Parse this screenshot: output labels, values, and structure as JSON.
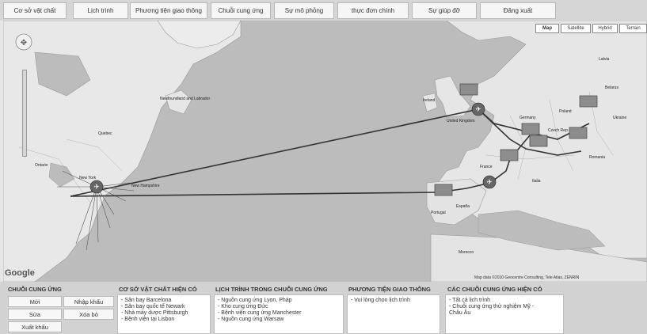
{
  "nav": {
    "items": [
      {
        "label": "Cơ sở vật chất",
        "name": "nav-co-so-vat-chat"
      },
      {
        "label": "Lịch trình",
        "name": "nav-lich-trinh"
      },
      {
        "label": "Phương tiện giao thông",
        "name": "nav-phuong-tien"
      },
      {
        "label": "Chuỗi cung ứng",
        "name": "nav-chuoi-cung-ung"
      },
      {
        "label": "Sự mô phỏng",
        "name": "nav-su-mo-phong"
      },
      {
        "label": "thực đơn chính",
        "name": "nav-thuc-don-chinh"
      },
      {
        "label": "Sự giúp đỡ",
        "name": "nav-su-giup-do"
      },
      {
        "label": "Đăng xuất",
        "name": "nav-dang-xuat"
      }
    ]
  },
  "map": {
    "types": [
      "Map",
      "Satellite",
      "Hybrid",
      "Terrain"
    ],
    "active_type": "Map",
    "logo": "Google",
    "copyright": "Map data ©2010 Geocentre Consulting, Tele Atlas, ZENRIN",
    "labels": {
      "greenland": "Newfoundland and Labrador",
      "quebec": "Quebec",
      "ontario": "Ontario",
      "new_york": "New York",
      "new_hampshire": "New Hampshire",
      "ireland": "Ireland",
      "uk": "United Kingdom",
      "france": "France",
      "espana": "España",
      "portugal": "Portugal",
      "germany": "Germany",
      "poland": "Poland",
      "czech": "Czech Rep.",
      "romania": "Romania",
      "italy": "Italia",
      "ukraine": "Ukraine",
      "belarus": "Belarus",
      "latvia": "Latvia",
      "morocco": "Morocco"
    }
  },
  "supply_chain": {
    "heading": "CHUỖI CUNG ỨNG",
    "buttons": {
      "new": "Mới",
      "import": "Nhập khẩu",
      "edit": "Sửa",
      "delete": "Xóa bỏ",
      "export": "Xuất khẩu"
    }
  },
  "facilities": {
    "heading": "CƠ SỞ VẬT CHẤT HIỆN CÓ",
    "items": [
      "- Sân bay Barcelona",
      "- Sân bay quốc tế Newark",
      "- Nhà máy dược Pittsburgh",
      "- Bệnh viện tại Lisbon"
    ]
  },
  "schedule": {
    "heading": "LỊCH TRÌNH TRONG CHUỖI CUNG ỨNG",
    "items": [
      "- Nguồn cung ứng Lyon, Pháp",
      "- Kho cung ứng Đức",
      "- Bệnh viện cung ứng Manchester",
      "- Nguồn cung ứng Warsaw"
    ]
  },
  "transport": {
    "heading": "PHƯƠNG TIỆN GIAO THÔNG",
    "items": [
      "- Vui lòng chọn lịch trình"
    ]
  },
  "current_chains": {
    "heading": "CÁC CHUỖI CUNG ỨNG HIỆN CÓ",
    "items": [
      "- Tất cả lịch trình",
      "- Chuỗi cung ứng thử nghiệm Mỹ -",
      "Châu Âu"
    ]
  }
}
